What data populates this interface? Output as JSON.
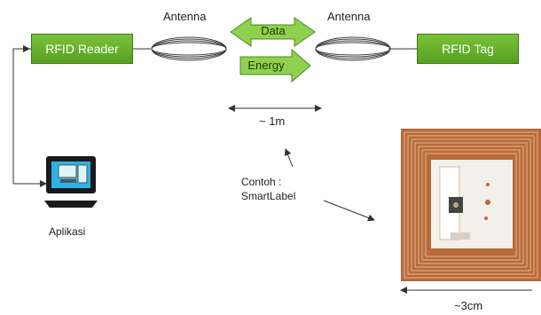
{
  "reader": {
    "label": "RFID Reader"
  },
  "tag": {
    "label": "RFID Tag"
  },
  "antenna_left": {
    "label": "Antenna"
  },
  "antenna_right": {
    "label": "Antenna"
  },
  "data_arrow": {
    "label": "Data"
  },
  "energy_arrow": {
    "label": "Energy"
  },
  "distance": {
    "label": "~ 1m"
  },
  "example": {
    "line1": "Contoh :",
    "line2": "SmartLabel"
  },
  "app": {
    "label": "Aplikasi",
    "icon": "computer-icon"
  },
  "chip_size": {
    "label": "~3cm"
  },
  "colors": {
    "box_green": "#6bb52c",
    "arrow_green": "#8fd14f",
    "copper": "#b86a3a"
  }
}
